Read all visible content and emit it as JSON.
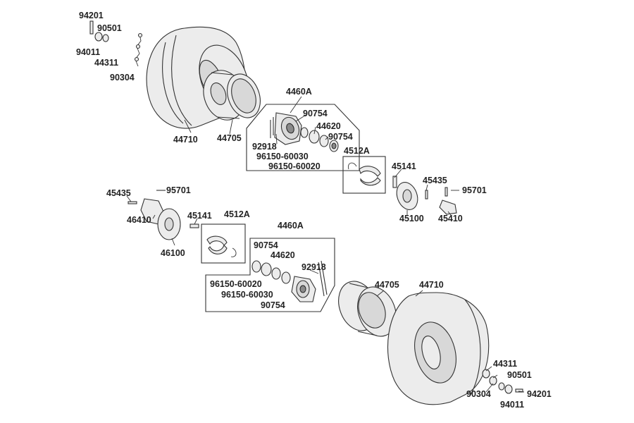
{
  "labels": {
    "tl_94201": "94201",
    "tl_90501": "90501",
    "tl_94011": "94011",
    "tl_44311": "44311",
    "tl_90304": "90304",
    "tl_44710": "44710",
    "tl_44705": "44705",
    "t_4460A": "4460A",
    "t_90754a": "90754",
    "t_44620": "44620",
    "t_90754b": "90754",
    "t_92918": "92918",
    "t_96150_60030": "96150-60030",
    "t_96150_60020": "96150-60020",
    "r_4512A": "4512A",
    "r_45141": "45141",
    "r_45435": "45435",
    "r_95701": "95701",
    "r_45100": "45100",
    "r_45410": "45410",
    "l_45435": "45435",
    "l_95701": "95701",
    "l_46410": "46410",
    "l_45141": "45141",
    "l_4512A": "4512A",
    "l_46100": "46100",
    "b_4460A": "4460A",
    "b_90754a": "90754",
    "b_44620": "44620",
    "b_92918": "92918",
    "b_96150_60020": "96150-60020",
    "b_96150_60030": "96150-60030",
    "b_90754b": "90754",
    "br_44705": "44705",
    "br_44710": "44710",
    "br_44311": "44311",
    "br_90501": "90501",
    "br_90304": "90304",
    "br_94201": "94201",
    "br_94011": "94011"
  }
}
